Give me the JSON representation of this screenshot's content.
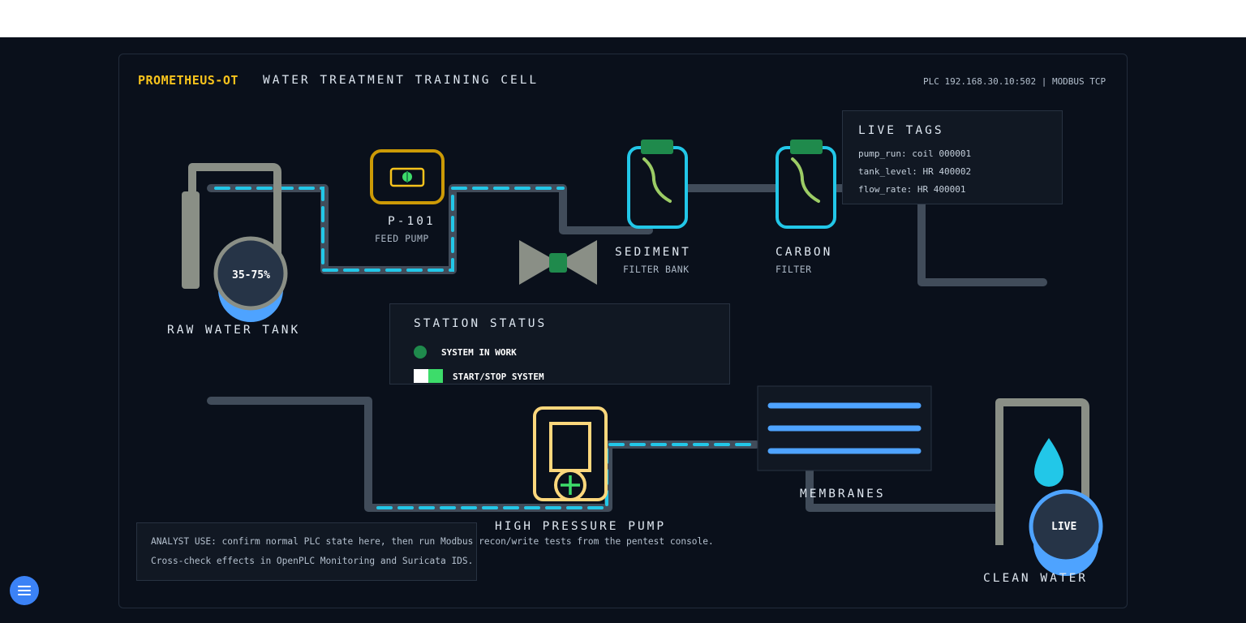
{
  "header": {
    "brand": "PROMETHEUS-OT",
    "title": "WATER TREATMENT TRAINING CELL",
    "plc_info": "PLC 192.168.30.10:502 | MODBUS TCP"
  },
  "equipment": {
    "raw_tank": {
      "label": "RAW WATER TANK",
      "level_text": "35-75%"
    },
    "pump": {
      "tag": "P-101",
      "label": "FEED PUMP"
    },
    "sediment": {
      "label": "SEDIMENT",
      "sublabel": "FILTER BANK"
    },
    "carbon": {
      "label": "CARBON",
      "sublabel": "FILTER"
    },
    "hp_pump": {
      "label": "HIGH PRESSURE PUMP"
    },
    "membranes": {
      "label": "MEMBRANES"
    },
    "clean_tank": {
      "label": "CLEAN WATER",
      "status_text": "LIVE"
    }
  },
  "live_tags": {
    "title": "LIVE TAGS",
    "items": [
      "pump_run: coil 000001",
      "tank_level: HR 400002",
      "flow_rate: HR 400001"
    ]
  },
  "station_status": {
    "title": "STATION STATUS",
    "system_state": "SYSTEM IN WORK",
    "toggle_label": "START/STOP SYSTEM"
  },
  "analyst_note": {
    "line1": "ANALYST USE: confirm normal PLC state here, then run Modbus recon/write tests from the pentest console.",
    "line2": "Cross-check effects in OpenPLC Monitoring and Suricata IDS."
  },
  "colors": {
    "accent_yellow": "#f7c31c",
    "flow_cyan": "#22c7e8",
    "pipe_gray": "#414c5a",
    "status_green": "#1f8a4c",
    "water_blue": "#4ea3ff"
  },
  "icons": [
    "menu-icon",
    "water-drop-icon",
    "valve-icon",
    "pump-icon"
  ]
}
